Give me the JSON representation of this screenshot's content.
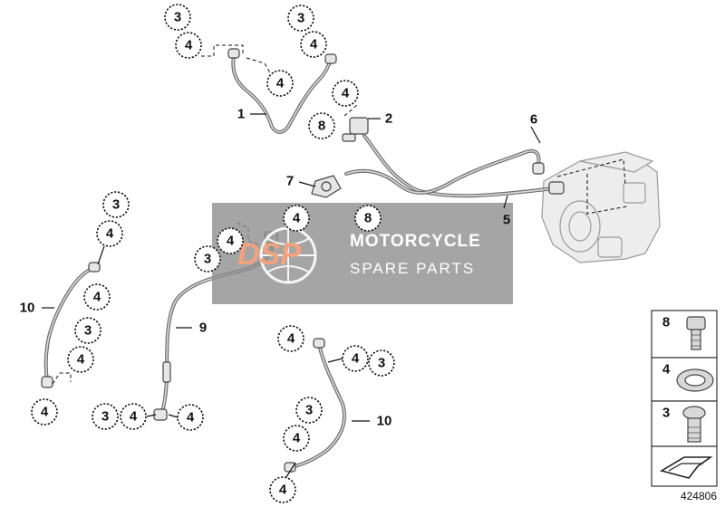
{
  "diagram_id": "424806",
  "watermark": {
    "logo_text": "DSP",
    "line1": "MOTORCYCLE",
    "line2": "SPARE PARTS"
  },
  "labels": {
    "callout_3": "3",
    "callout_4": "4",
    "callout_8": "8",
    "part_1": "1",
    "part_2": "2",
    "part_5": "5",
    "part_6": "6",
    "part_7": "7",
    "part_9": "9",
    "part_10": "10"
  },
  "legend": {
    "items": [
      {
        "number": "8",
        "icon": "hex-socket-bolt-icon"
      },
      {
        "number": "4",
        "icon": "sealing-ring-icon"
      },
      {
        "number": "3",
        "icon": "banjo-bolt-icon"
      }
    ],
    "nav_icon": "arrow-icon"
  },
  "colors": {
    "watermark_box": "#8c8c8c",
    "watermark_logo": "#f2a27e",
    "hose": "#6f6f6f",
    "ink": "#111111"
  }
}
